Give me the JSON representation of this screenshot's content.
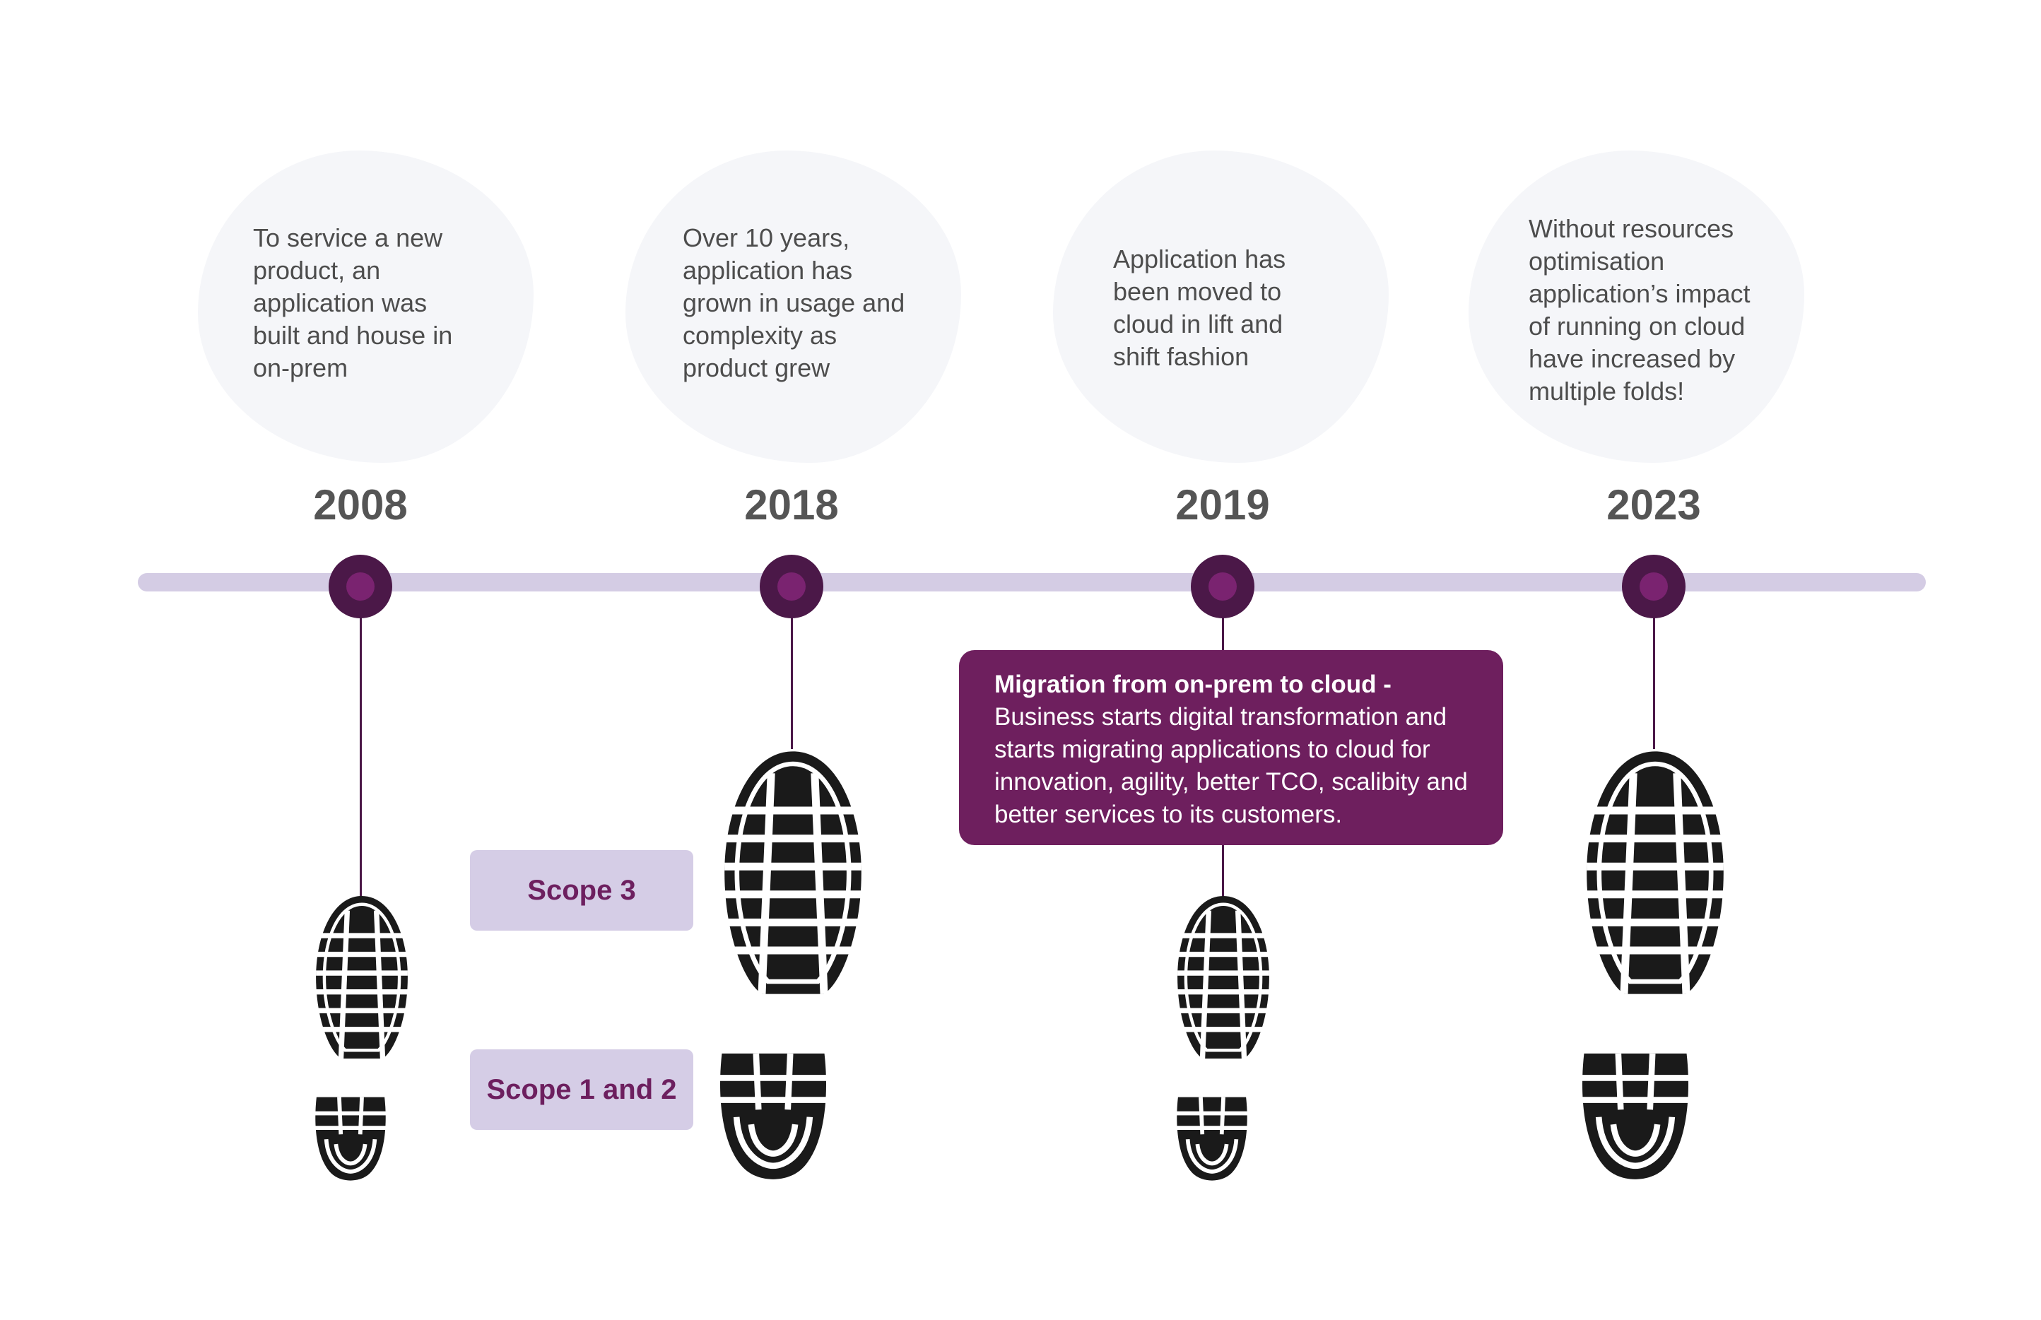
{
  "milestones": [
    {
      "year": "2008",
      "text": "To service a new product, an application was built and house in on-prem"
    },
    {
      "year": "2018",
      "text": "Over 10 years, application has grown in usage and complexity as product grew"
    },
    {
      "year": "2019",
      "text": "Application has been moved to cloud in lift and shift fashion"
    },
    {
      "year": "2023",
      "text": "Without resources optimisation application’s impact of running on cloud have increased by multiple folds!"
    }
  ],
  "callout": {
    "heading": "Migration from on-prem to cloud -",
    "body": "Business starts digital transformation and starts migrating applications to cloud for innovation, agility, better TCO, scalibity and better services to its customers."
  },
  "scopes": {
    "scope3": "Scope 3",
    "scope12": "Scope 1 and 2"
  },
  "colors": {
    "accent": "#6e1f5e",
    "node": "#4b1848",
    "track": "#d4cce4",
    "scope_bg": "#d5cde6",
    "bubble": "#f5f6f9"
  }
}
